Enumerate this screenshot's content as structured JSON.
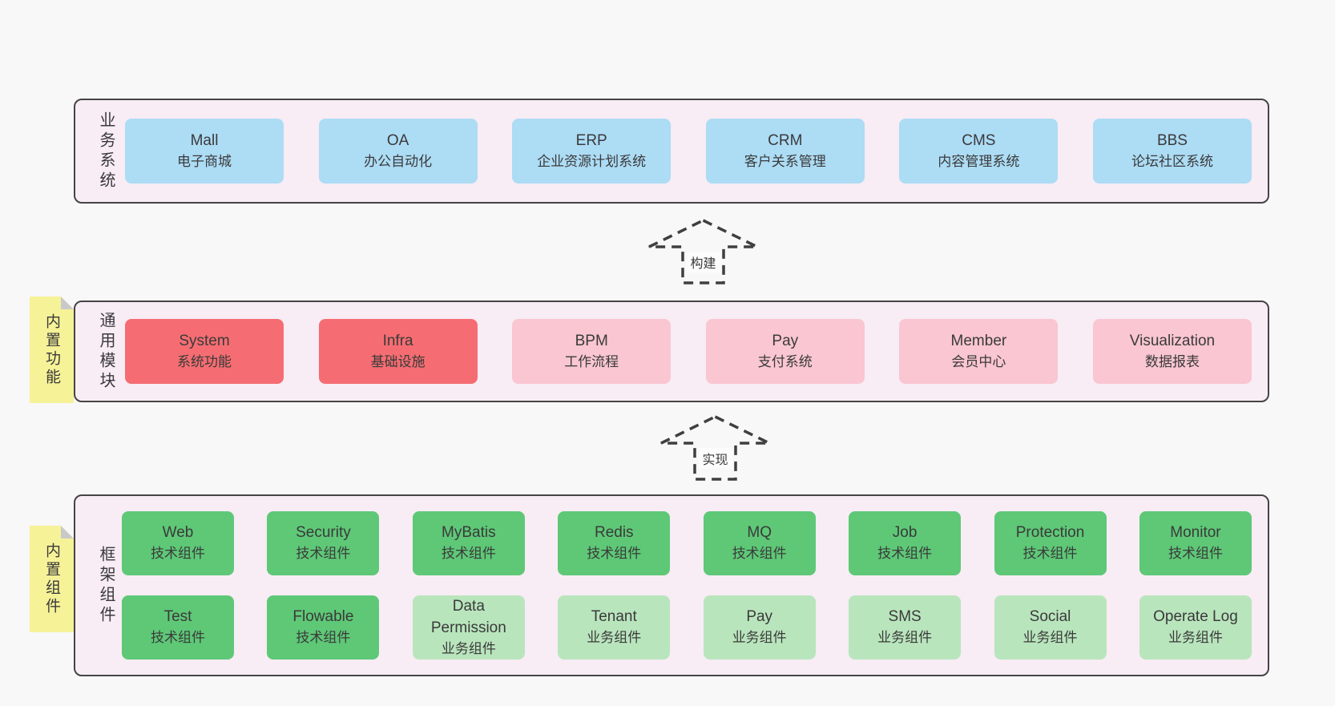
{
  "colors": {
    "page_bg": "#f8f8f8",
    "layer_bg": "#f8ecf5",
    "layer_border": "#454545",
    "box_blue": "#addcf5",
    "box_red": "#f56d72",
    "box_pink": "#f9c6d1",
    "box_green": "#5ec877",
    "box_light_green": "#b9e5bd",
    "sticky_yellow": "#f6f298",
    "sticky_fold": "#c9c9c9",
    "text": "#3a3a3a"
  },
  "layers": [
    {
      "label": "业务系统",
      "boxes": [
        {
          "en": "Mall",
          "zh": "电子商城"
        },
        {
          "en": "OA",
          "zh": "办公自动化"
        },
        {
          "en": "ERP",
          "zh": "企业资源计划系统"
        },
        {
          "en": "CRM",
          "zh": "客户关系管理"
        },
        {
          "en": "CMS",
          "zh": "内容管理系统"
        },
        {
          "en": "BBS",
          "zh": "论坛社区系统"
        }
      ]
    },
    {
      "label": "通用模块",
      "sticky": "内置功能",
      "boxes": [
        {
          "en": "System",
          "zh": "系统功能"
        },
        {
          "en": "Infra",
          "zh": "基础设施"
        },
        {
          "en": "BPM",
          "zh": "工作流程"
        },
        {
          "en": "Pay",
          "zh": "支付系统"
        },
        {
          "en": "Member",
          "zh": "会员中心"
        },
        {
          "en": "Visualization",
          "zh": "数据报表"
        }
      ]
    },
    {
      "label": "框架组件",
      "sticky": "内置组件",
      "rows": [
        [
          {
            "en": "Web",
            "zh": "技术组件"
          },
          {
            "en": "Security",
            "zh": "技术组件"
          },
          {
            "en": "MyBatis",
            "zh": "技术组件"
          },
          {
            "en": "Redis",
            "zh": "技术组件"
          },
          {
            "en": "MQ",
            "zh": "技术组件"
          },
          {
            "en": "Job",
            "zh": "技术组件"
          },
          {
            "en": "Protection",
            "zh": "技术组件"
          },
          {
            "en": "Monitor",
            "zh": "技术组件"
          }
        ],
        [
          {
            "en": "Test",
            "zh": "技术组件"
          },
          {
            "en": "Flowable",
            "zh": "技术组件"
          },
          {
            "en": "Data Permission",
            "zh": "业务组件"
          },
          {
            "en": "Tenant",
            "zh": "业务组件"
          },
          {
            "en": "Pay",
            "zh": "业务组件"
          },
          {
            "en": "SMS",
            "zh": "业务组件"
          },
          {
            "en": "Social",
            "zh": "业务组件"
          },
          {
            "en": "Operate Log",
            "zh": "业务组件"
          }
        ]
      ]
    }
  ],
  "arrows": [
    {
      "label": "构建"
    },
    {
      "label": "实现"
    }
  ]
}
